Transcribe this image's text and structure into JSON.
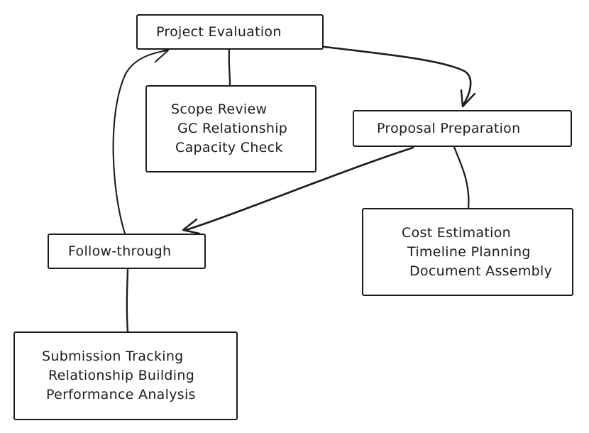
{
  "diagram": {
    "background": "#ffffff",
    "stroke_color": "#1c1c1c",
    "nodes": {
      "project_evaluation": {
        "label": "Project Evaluation"
      },
      "evaluation_details": {
        "lines": [
          "Scope Review",
          "GC Relationship",
          "Capacity Check"
        ]
      },
      "proposal_preparation": {
        "label": "Proposal Preparation"
      },
      "proposal_details": {
        "lines": [
          "Cost Estimation",
          "Timeline Planning",
          "Document Assembly"
        ]
      },
      "follow_through": {
        "label": "Follow-through"
      },
      "follow_through_details": {
        "lines": [
          "Submission Tracking",
          "Relationship Building",
          "Performance Analysis"
        ]
      }
    },
    "edges": [
      {
        "from": "project-evaluation",
        "to": "evaluation-details",
        "arrow": false
      },
      {
        "from": "project-evaluation",
        "to": "proposal-preparation",
        "arrow": true
      },
      {
        "from": "proposal-preparation",
        "to": "follow-through",
        "arrow": true
      },
      {
        "from": "proposal-preparation",
        "to": "proposal-details",
        "arrow": false
      },
      {
        "from": "follow-through",
        "to": "project-evaluation",
        "arrow": true
      },
      {
        "from": "follow-through",
        "to": "follow-through-details",
        "arrow": false
      }
    ]
  }
}
